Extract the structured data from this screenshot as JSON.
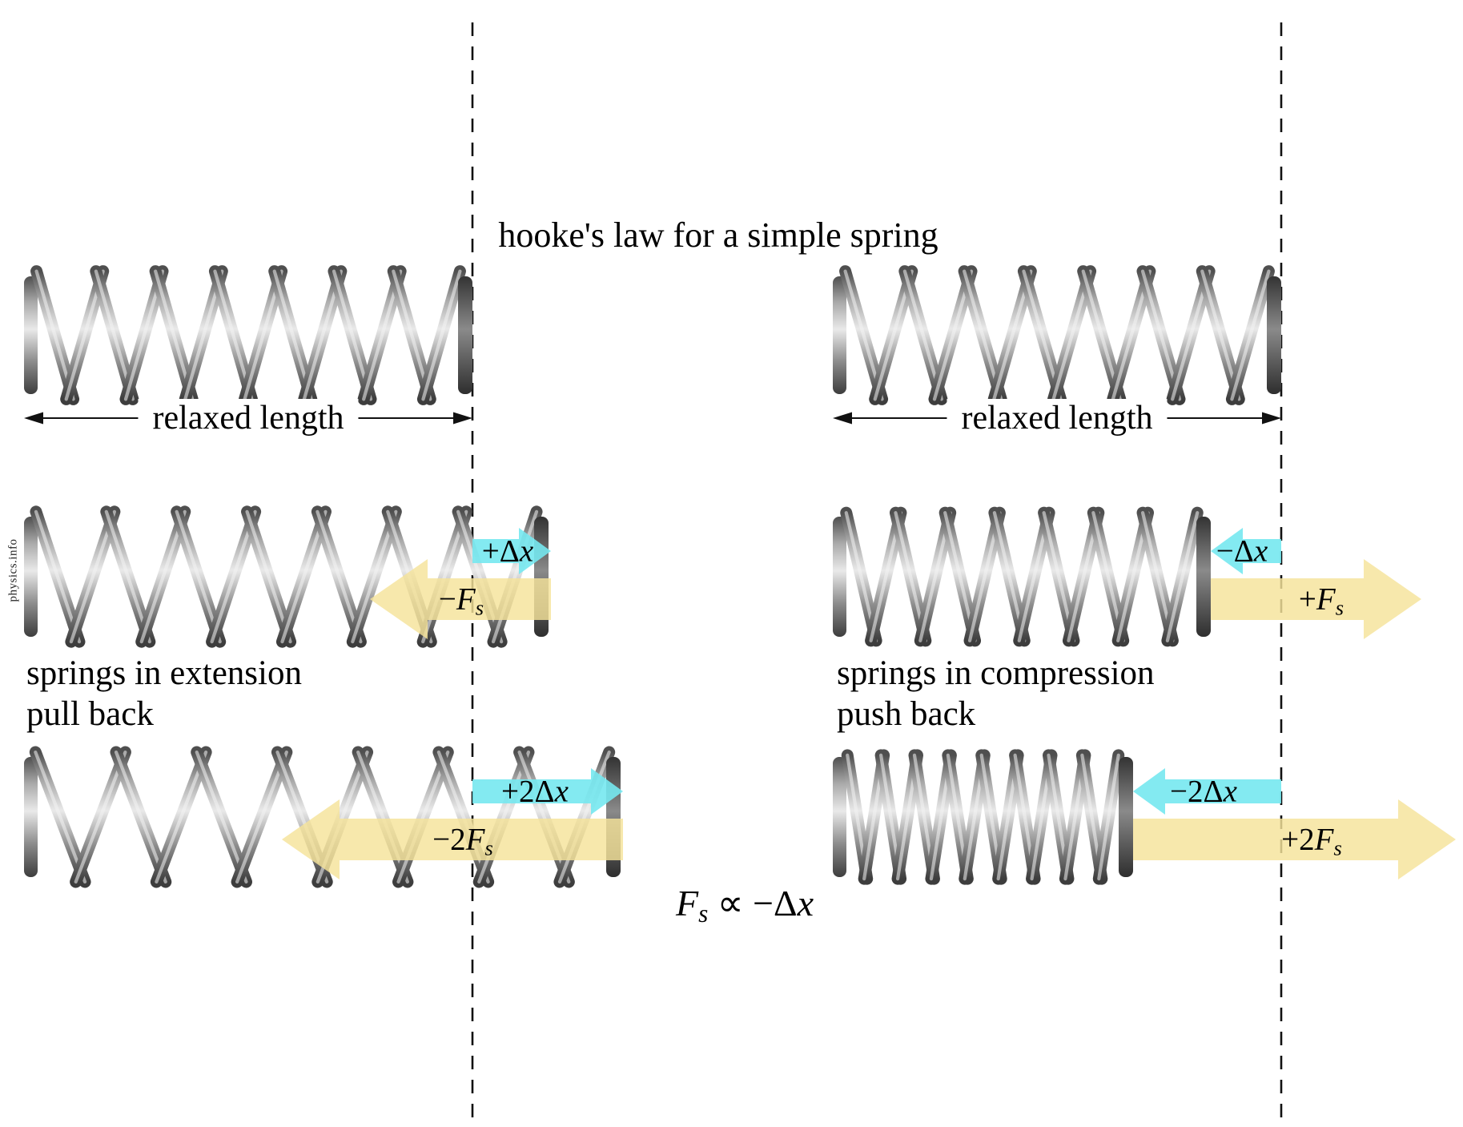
{
  "title": "hooke's law for a simple spring",
  "watermark": "physics.info",
  "left": {
    "relaxed_label": "relaxed length",
    "caption": [
      "springs in extension",
      "pull back"
    ],
    "disp1": {
      "pre": "+Δ",
      "var": "x"
    },
    "force1": {
      "sign": "−",
      "sym": "F",
      "sub": "s"
    },
    "disp2": {
      "pre": "+2Δ",
      "var": "x"
    },
    "force2": {
      "sign": "−2",
      "sym": "F",
      "sub": "s"
    }
  },
  "right": {
    "relaxed_label": "relaxed length",
    "caption": [
      "springs in compression",
      "push back"
    ],
    "disp1": {
      "pre": "−Δ",
      "var": "x"
    },
    "force1": {
      "sign": "+",
      "sym": "F",
      "sub": "s"
    },
    "disp2": {
      "pre": "−2Δ",
      "var": "x"
    },
    "force2": {
      "sign": "+2",
      "sym": "F",
      "sub": "s"
    }
  },
  "formula": {
    "sym": "F",
    "sub": "s",
    "mid": " ∝ −Δ",
    "var": "x"
  },
  "colors": {
    "displacement_arrow": "#76e8ef",
    "force_arrow": "#f5e39a"
  }
}
